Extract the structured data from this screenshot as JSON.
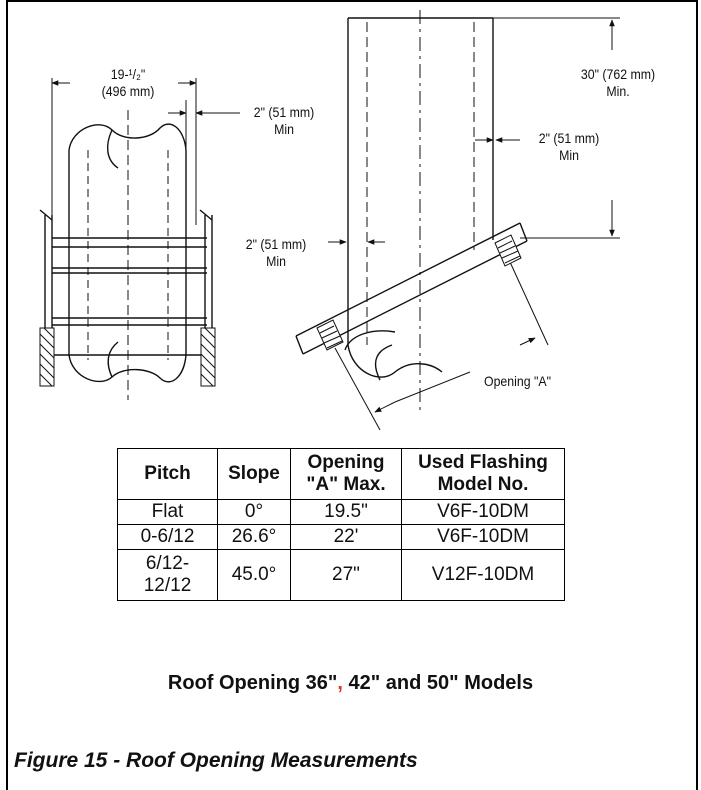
{
  "left_diagram": {
    "width_label": "19-¹/₂\"",
    "width_metric": "(496 mm)",
    "clearance_label": "2\" (51 mm)",
    "clearance_min": "Min"
  },
  "right_diagram": {
    "height_label": "30\" (762 mm)",
    "height_min": "Min.",
    "right_clearance_label": "2\" (51 mm)",
    "right_clearance_min": "Min",
    "left_clearance_label": "2\" (51 mm)",
    "left_clearance_min": "Min",
    "opening_label": "Opening \"A\""
  },
  "table": {
    "headers": [
      "Pitch",
      "Slope",
      "Opening \"A\" Max.",
      "Used Flashing Model No."
    ],
    "header_lines": [
      [
        "Pitch"
      ],
      [
        "Slope"
      ],
      [
        "Opening",
        "\"A\" Max."
      ],
      [
        "Used Flashing",
        "Model No."
      ]
    ],
    "rows": [
      {
        "pitch": "Flat",
        "slope": "0°",
        "opening": "19.5\"",
        "model": "V6F-10DM"
      },
      {
        "pitch": "0-6/12",
        "slope": "26.6°",
        "opening": "22'",
        "model": "V6F-10DM"
      },
      {
        "pitch": "6/12-12/12",
        "pitch_lines": [
          "6/12-",
          "12/12"
        ],
        "slope": "45.0°",
        "opening": "27\"",
        "model": "V12F-10DM"
      }
    ]
  },
  "caption": {
    "part1": "Roof Opening 36\"",
    "separator": ",",
    "part2": " 42\" and 50\" Models"
  },
  "figure_title": "Figure 15 - Roof Opening Measurements",
  "colors": {
    "separator_accent": "#e23a2a",
    "line": "#111111"
  }
}
